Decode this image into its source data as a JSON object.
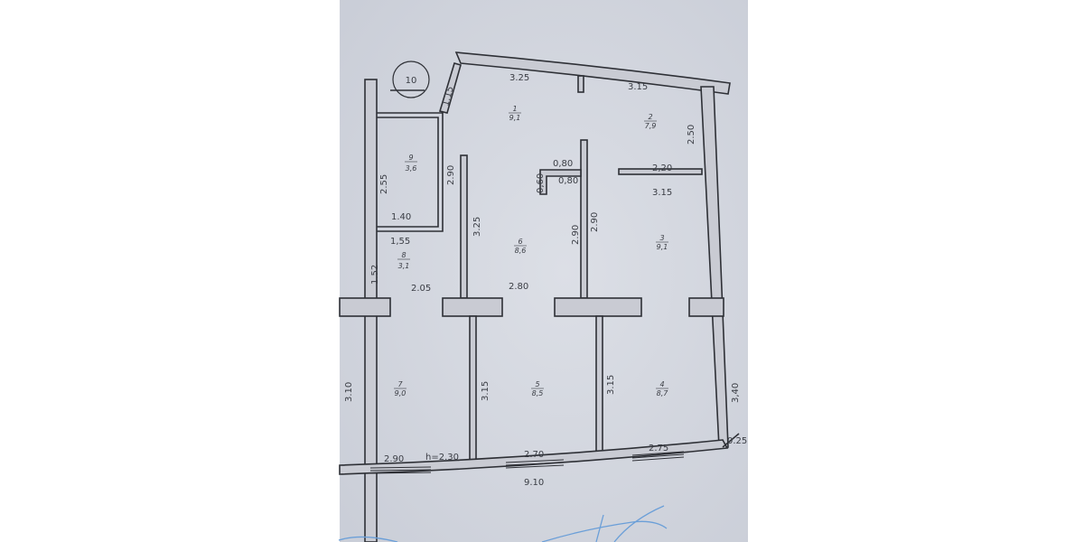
{
  "plan": {
    "colors": {
      "paper": "#d3d6de",
      "ink": "#2e3036",
      "signature": "#6b9fd8"
    },
    "circle_label": "10",
    "rooms": [
      {
        "number": "1",
        "area": "9,1"
      },
      {
        "number": "2",
        "area": "7,9"
      },
      {
        "number": "3",
        "area": "9,1"
      },
      {
        "number": "4",
        "area": "8,7"
      },
      {
        "number": "5",
        "area": "8,5"
      },
      {
        "number": "6",
        "area": "8,6"
      },
      {
        "number": "7",
        "area": "9,0"
      },
      {
        "number": "8",
        "area": "3,1"
      },
      {
        "number": "9",
        "area": "3,6"
      }
    ],
    "dimensions": {
      "top_left": "3.25",
      "top_right": "3.15",
      "diag": "1.15",
      "right_upper": "2.50",
      "room9_height": "2.55",
      "room9_side": "2.90",
      "room9_width": "1.40",
      "room8_width": "1,55",
      "room8_height": "1.52",
      "room8_bottom": "2.05",
      "room6_left": "3.25",
      "room6_bottom": "2.80",
      "niche_top": "0,80",
      "niche_inner": "0,80",
      "niche_side": "0,60",
      "room6_right": "2.90",
      "room3_left": "2.90",
      "partition": "2,20",
      "room3_top": "3.15",
      "room7_left": "3.10",
      "room5_left": "3.15",
      "room4_left": "3.15",
      "right_lower": "3,40",
      "corner": "0.25",
      "window1": "2.90",
      "height": "h=2.30",
      "window2": "2.70",
      "window3": "2.75",
      "total": "9.10"
    }
  }
}
